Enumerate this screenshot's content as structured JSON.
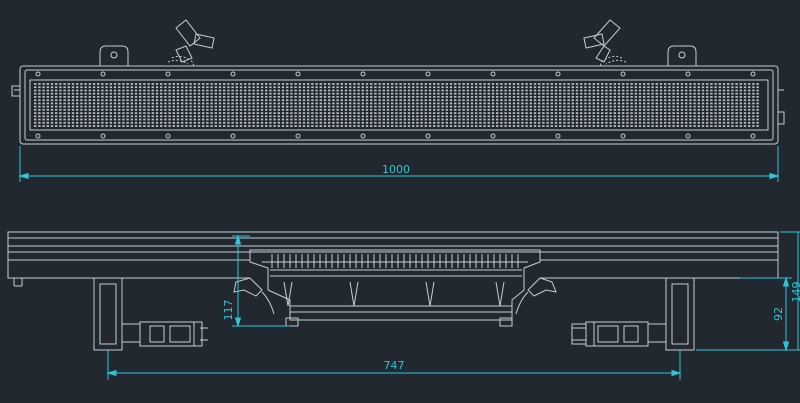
{
  "drawing": {
    "background": "#212830",
    "line_color": "#c8ccd2",
    "dimension_color": "#2ec4d6",
    "front_view": {
      "dimension_overall_width": "1000",
      "led_grid_rows": 14
    },
    "side_view": {
      "dimension_bracket_span": "747",
      "dimension_heatsink_depth": "117",
      "dimension_height_total": "149",
      "dimension_height_bracket": "92"
    }
  }
}
